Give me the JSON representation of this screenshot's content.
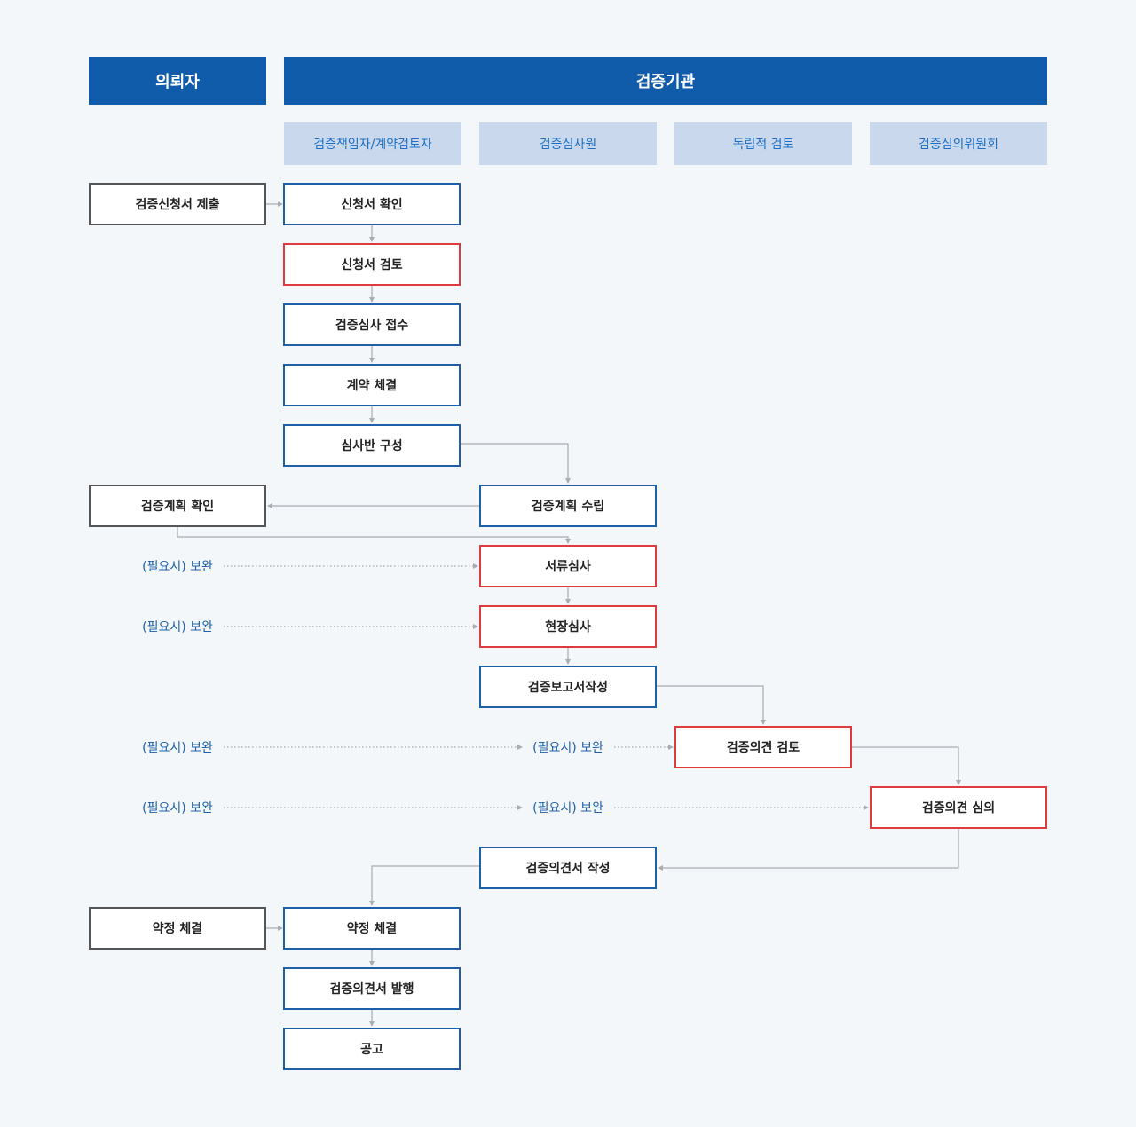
{
  "headers": {
    "requester": "의뢰자",
    "agency": "검증기관"
  },
  "subheaders": {
    "manager": "검증책임자/계약검토자",
    "auditor": "검증심사원",
    "independent": "독립적 검토",
    "committee": "검증심의위원회"
  },
  "steps": {
    "submit_application": "검증신청서 제출",
    "confirm_application": "신청서 확인",
    "review_application": "신청서 검토",
    "receive_audit": "검증심사 접수",
    "sign_contract": "계약 체결",
    "form_team": "심사반 구성",
    "confirm_plan": "검증계획 확인",
    "establish_plan": "검증계획 수립",
    "document_review": "서류심사",
    "site_audit": "현장심사",
    "write_report": "검증보고서작성",
    "opinion_review": "검증의견 검토",
    "opinion_deliberation": "검증의견 심의",
    "write_opinion": "검증의견서 작성",
    "agreement_requester": "약정 체결",
    "agreement_agency": "약정 체결",
    "issue_opinion": "검증의견서 발행",
    "announcement": "공고"
  },
  "notes": {
    "supplement": "(필요시) 보완"
  },
  "colors": {
    "header_bg": "#105baa",
    "subheader_bg": "#c9d8ec",
    "subheader_text": "#1d6fc4",
    "agency_border": "#1d5fa8",
    "requester_border": "#555555",
    "highlight_border": "#e0393e",
    "connector": "#a8adb3"
  }
}
